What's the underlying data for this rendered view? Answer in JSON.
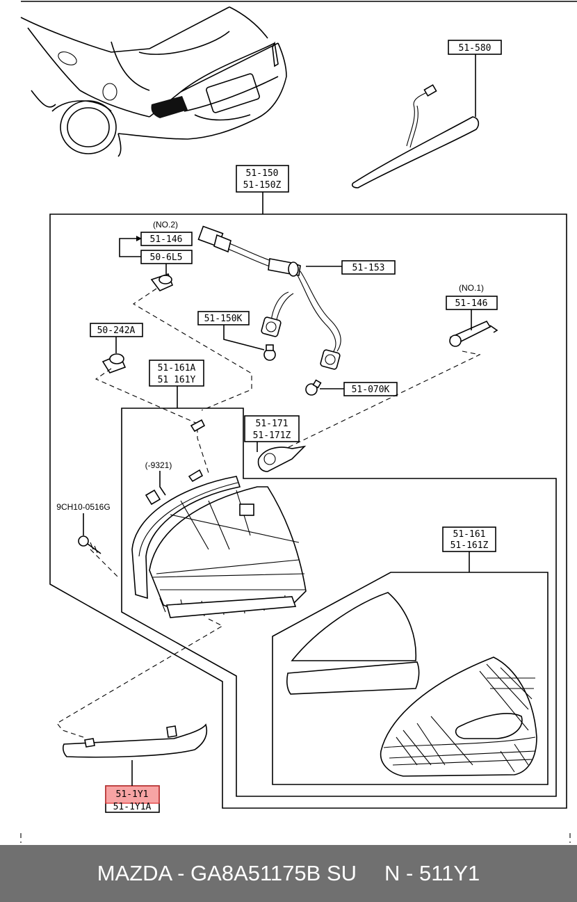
{
  "diagram": {
    "labels": {
      "high_mount_lamp": "51-580",
      "lamp_assy_1": "51-150",
      "lamp_assy_2": "51-150Z",
      "no2_note": "(NO.2)",
      "socket_no2": "51-146",
      "nut": "50-6L5",
      "harness": "51-153",
      "bulb_150k": "51-150K",
      "no1_note": "(NO.1)",
      "socket_no1": "51-146",
      "clip": "50-242A",
      "gasket_1": "51-161A",
      "gasket_2": "51 161Y",
      "bulb_070k": "51-070K",
      "holder_1": "51-171",
      "holder_2": "51-171Z",
      "serial_note": "(-9321)",
      "screw": "9CH10-0516G",
      "lens_1": "51-161",
      "lens_2": "51-161Z",
      "garnish_1": "51-1Y1",
      "garnish_2": "51-1Y1A"
    },
    "highlight_color": "#f05a5a"
  },
  "footer": {
    "part_info": "MAZDA - GA8A51175B SU",
    "ref": "N - 511Y1",
    "background": "#707070"
  }
}
